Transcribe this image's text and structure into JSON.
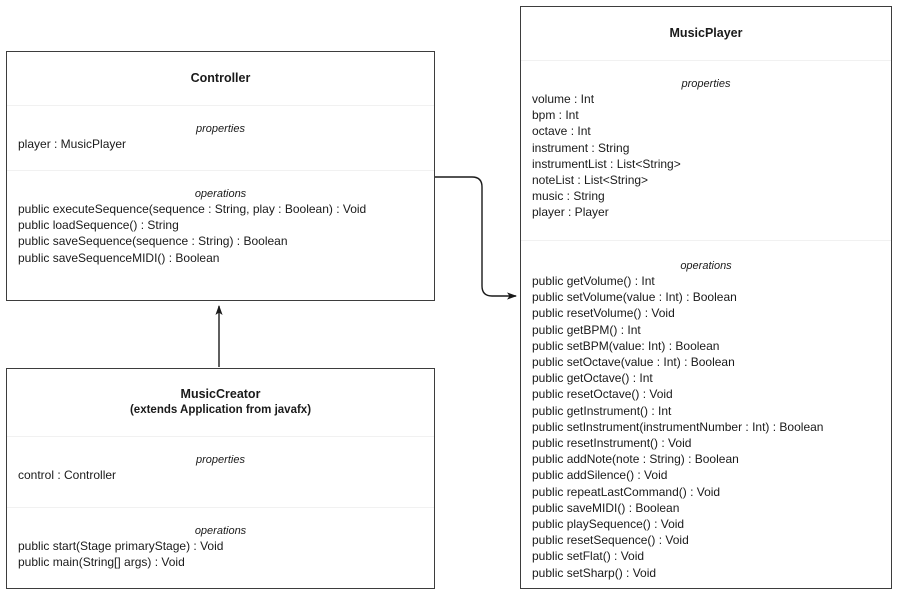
{
  "diagram": {
    "type": "uml-class-diagram",
    "background_color": "#ffffff",
    "border_color": "#3d3d3d",
    "separator_color": "#f1f1f1",
    "text_color": "#1a1a1a"
  },
  "classes": {
    "controller": {
      "name": "Controller",
      "properties_label": "properties",
      "operations_label": "operations",
      "properties": [
        "player : MusicPlayer"
      ],
      "operations": [
        "public executeSequence(sequence : String, play : Boolean) : Void",
        "public loadSequence() : String",
        "public saveSequence(sequence : String) : Boolean",
        "public saveSequenceMIDI() : Boolean"
      ]
    },
    "musiccreator": {
      "name": "MusicCreator",
      "subtitle": "(extends Application from javafx)",
      "properties_label": "properties",
      "operations_label": "operations",
      "properties": [
        "control : Controller"
      ],
      "operations": [
        "public start(Stage primaryStage) : Void",
        "public main(String[] args) : Void"
      ]
    },
    "musicplayer": {
      "name": "MusicPlayer",
      "properties_label": "properties",
      "operations_label": "operations",
      "properties": [
        "volume : Int",
        "bpm : Int",
        "octave : Int",
        "instrument : String",
        "instrumentList : List<String>",
        "noteList : List<String>",
        "music : String",
        "player : Player"
      ],
      "operations": [
        "public getVolume() : Int",
        "public setVolume(value : Int) : Boolean",
        "public resetVolume() : Void",
        "public getBPM() : Int",
        "public setBPM(value: Int) : Boolean",
        "public setOctave(value : Int) : Boolean",
        "public getOctave() : Int",
        "public resetOctave() : Void",
        "public getInstrument() : Int",
        "public setInstrument(instrumentNumber : Int) : Boolean",
        "public resetInstrument() : Void",
        "public addNote(note : String) : Boolean",
        "public addSilence() : Void",
        "public repeatLastCommand() : Void",
        "public saveMIDI() : Boolean",
        "public playSequence() : Void",
        "public resetSequence() : Void",
        "public setFlat() : Void",
        "public setSharp() : Void"
      ]
    }
  },
  "connectors": [
    {
      "name": "controller-to-musicplayer",
      "from": "Controller",
      "to": "MusicPlayer",
      "arrow": "open-filled-head",
      "color": "#1a1a1a"
    },
    {
      "name": "musiccreator-to-controller",
      "from": "MusicCreator",
      "to": "Controller",
      "arrow": "open-filled-head",
      "color": "#1a1a1a"
    }
  ]
}
